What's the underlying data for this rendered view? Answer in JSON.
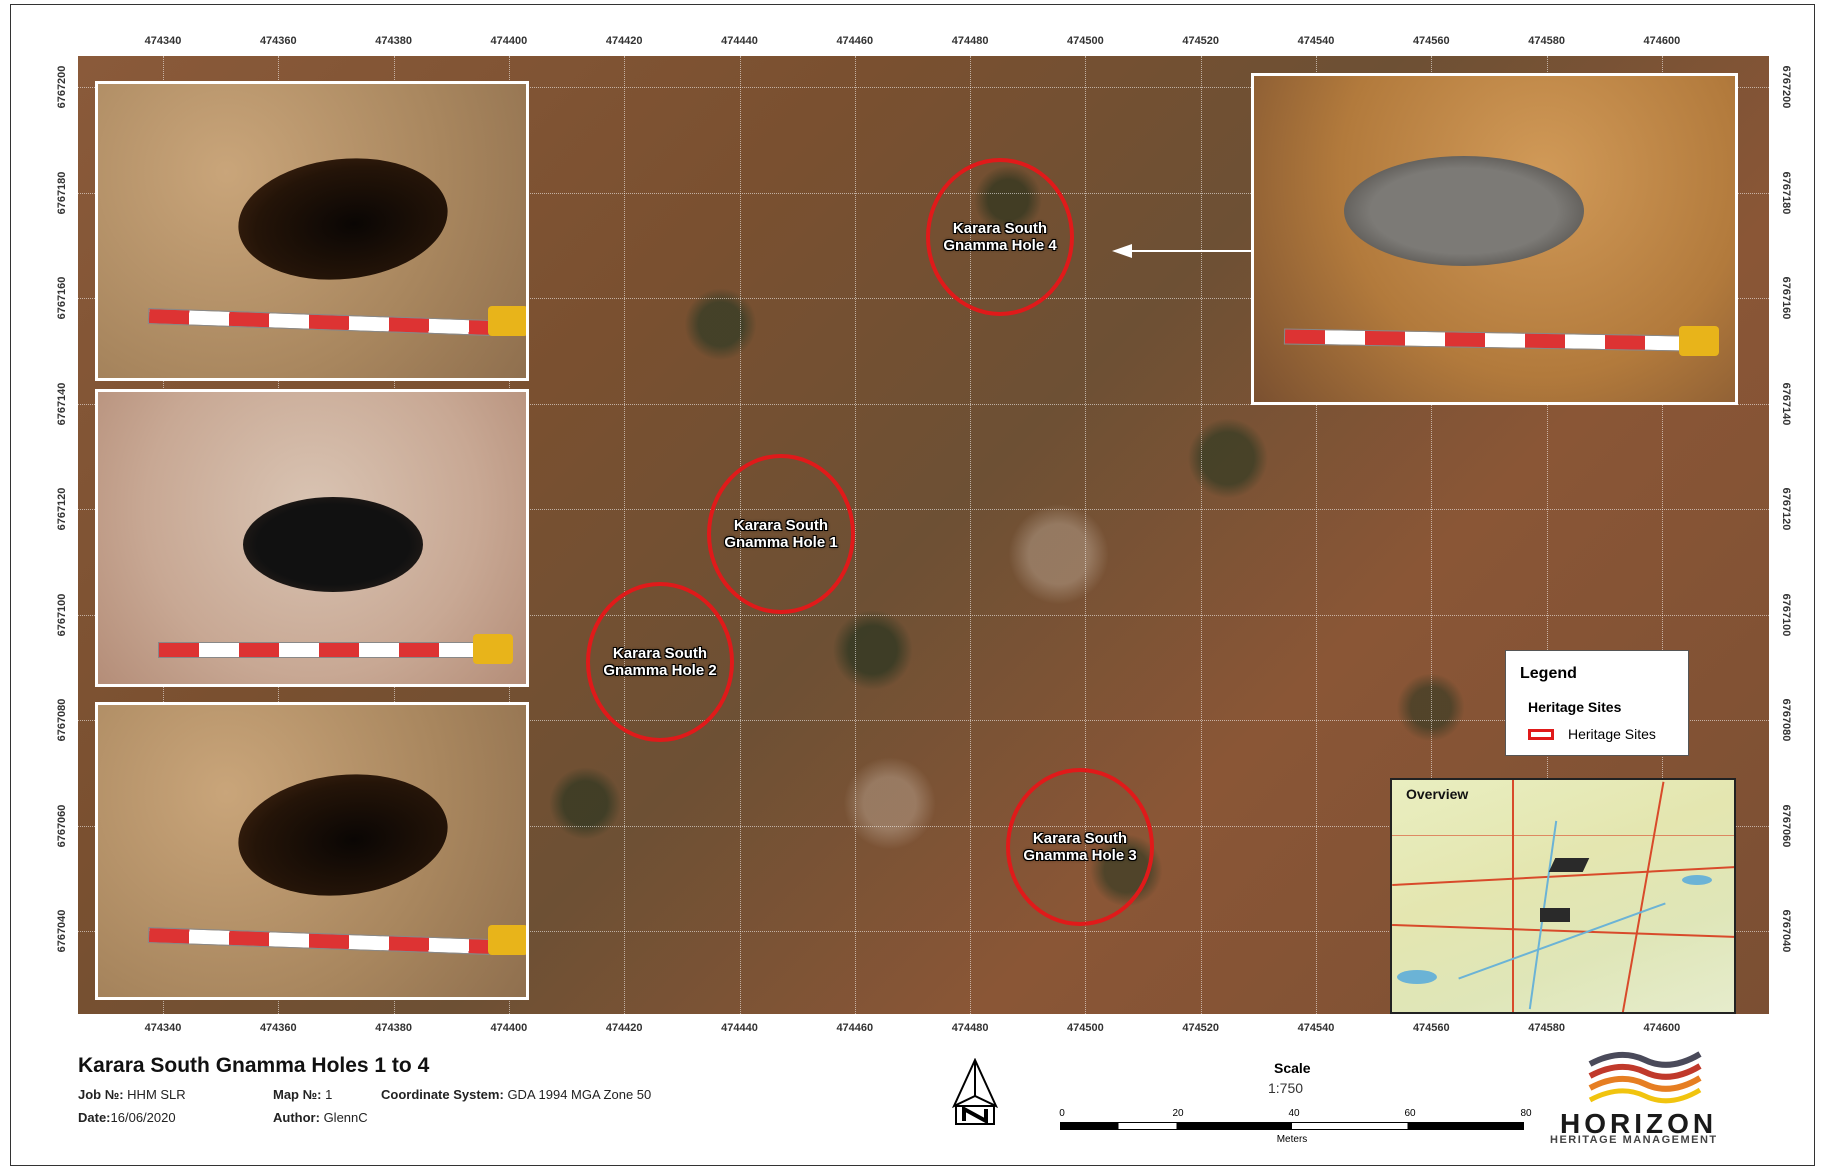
{
  "map": {
    "eastings": [
      "474340",
      "474360",
      "474380",
      "474400",
      "474420",
      "474440",
      "474460",
      "474480",
      "474500",
      "474520",
      "474540",
      "474560",
      "474580",
      "474600"
    ],
    "northings": [
      "6767200",
      "6767180",
      "6767160",
      "6767140",
      "6767120",
      "6767100",
      "6767080",
      "6767060",
      "6767040"
    ],
    "sites": [
      {
        "line1": "Karara South",
        "line2": "Gnamma Hole 4"
      },
      {
        "line1": "Karara South",
        "line2": "Gnamma Hole 1"
      },
      {
        "line1": "Karara South",
        "line2": "Gnamma Hole 2"
      },
      {
        "line1": "Karara South",
        "line2": "Gnamma Hole 3"
      }
    ]
  },
  "legend": {
    "title": "Legend",
    "group": "Heritage Sites",
    "item": "Heritage Sites",
    "item_color": "#e01a1a"
  },
  "overview": {
    "title": "Overview"
  },
  "info": {
    "title": "Karara South Gnamma Holes 1 to 4",
    "job_label": "Job №:",
    "job_value": "HHM SLR",
    "map_label": "Map №:",
    "map_value": "1",
    "coord_label": "Coordinate System:",
    "coord_value": "GDA 1994 MGA Zone 50",
    "date_label": "Date:",
    "date_value": "16/06/2020",
    "author_label": "Author:",
    "author_value": "GlennC"
  },
  "scale": {
    "title": "Scale",
    "ratio": "1:750",
    "ticks": [
      "0",
      "20",
      "40",
      "60",
      "80"
    ],
    "units": "Meters"
  },
  "logo": {
    "name": "HORIZON",
    "subtitle": "HERITAGE MANAGEMENT"
  },
  "icons": {
    "north_arrow": "north-arrow-icon"
  }
}
